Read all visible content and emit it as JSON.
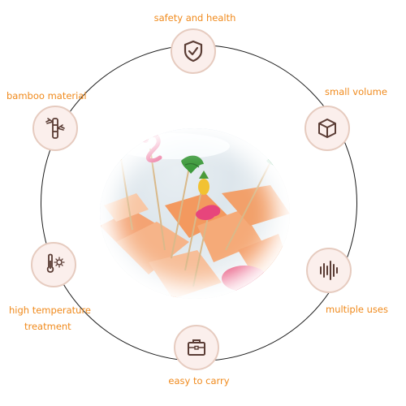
{
  "features": {
    "safety": "safety and health",
    "bamboo": "bamboo material",
    "volume": "small volume",
    "high_temp_line1": "high temperature",
    "high_temp_line2": "treatment",
    "multiple": "multiple uses",
    "carry": "easy to carry"
  },
  "icons": {
    "safety": "shield-check-icon",
    "bamboo": "bamboo-icon",
    "volume": "cube-icon",
    "temperature": "thermometer-sun-icon",
    "multiple": "sound-wave-icon",
    "carry": "briefcase-icon"
  },
  "colors": {
    "label": "#f08a1c",
    "icon_bg": "#fbefec",
    "icon_border": "#e6cbbf",
    "ring": "#1c1c1c"
  }
}
